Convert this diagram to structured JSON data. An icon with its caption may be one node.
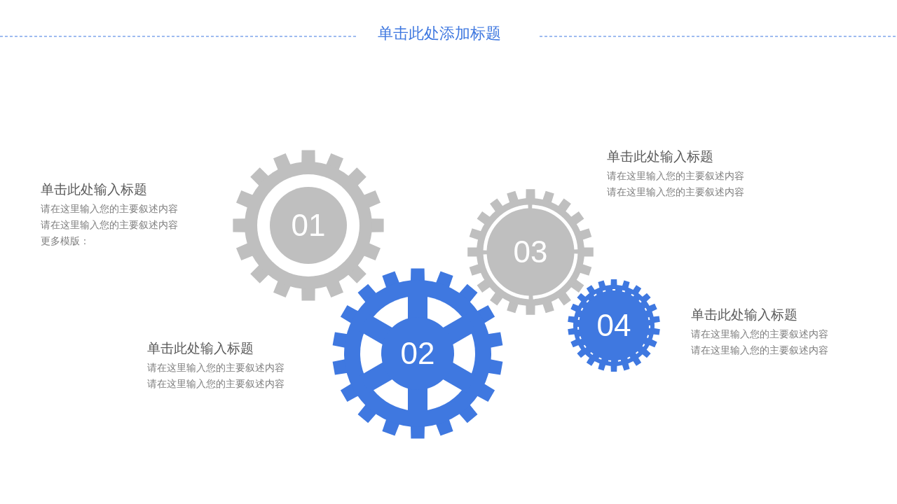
{
  "diagram": {
    "title": "单击此处添加标题",
    "nodes": [
      {
        "text": [
          "01"
        ],
        "beside": [
          "单击此处输入标题",
          "请在这里输入您的主要叙述内容",
          "请在这里输入您的主要叙述内容",
          "更多模版："
        ]
      },
      {
        "text": [
          "02"
        ],
        "beside": [
          "单击此处输入标题",
          "请在这里输入您的主要叙述内容",
          "请在这里输入您的主要叙述内容"
        ]
      },
      {
        "text": [
          "03"
        ],
        "beside": [
          "单击此处输入标题",
          "请在这里输入您的主要叙述内容",
          "请在这里输入您的主要叙述内容"
        ]
      },
      {
        "text": [
          "04"
        ],
        "beside": [
          "单击此处输入标题",
          "请在这里输入您的主要叙述内容",
          "请在这里输入您的主要叙述内容"
        ]
      }
    ]
  }
}
